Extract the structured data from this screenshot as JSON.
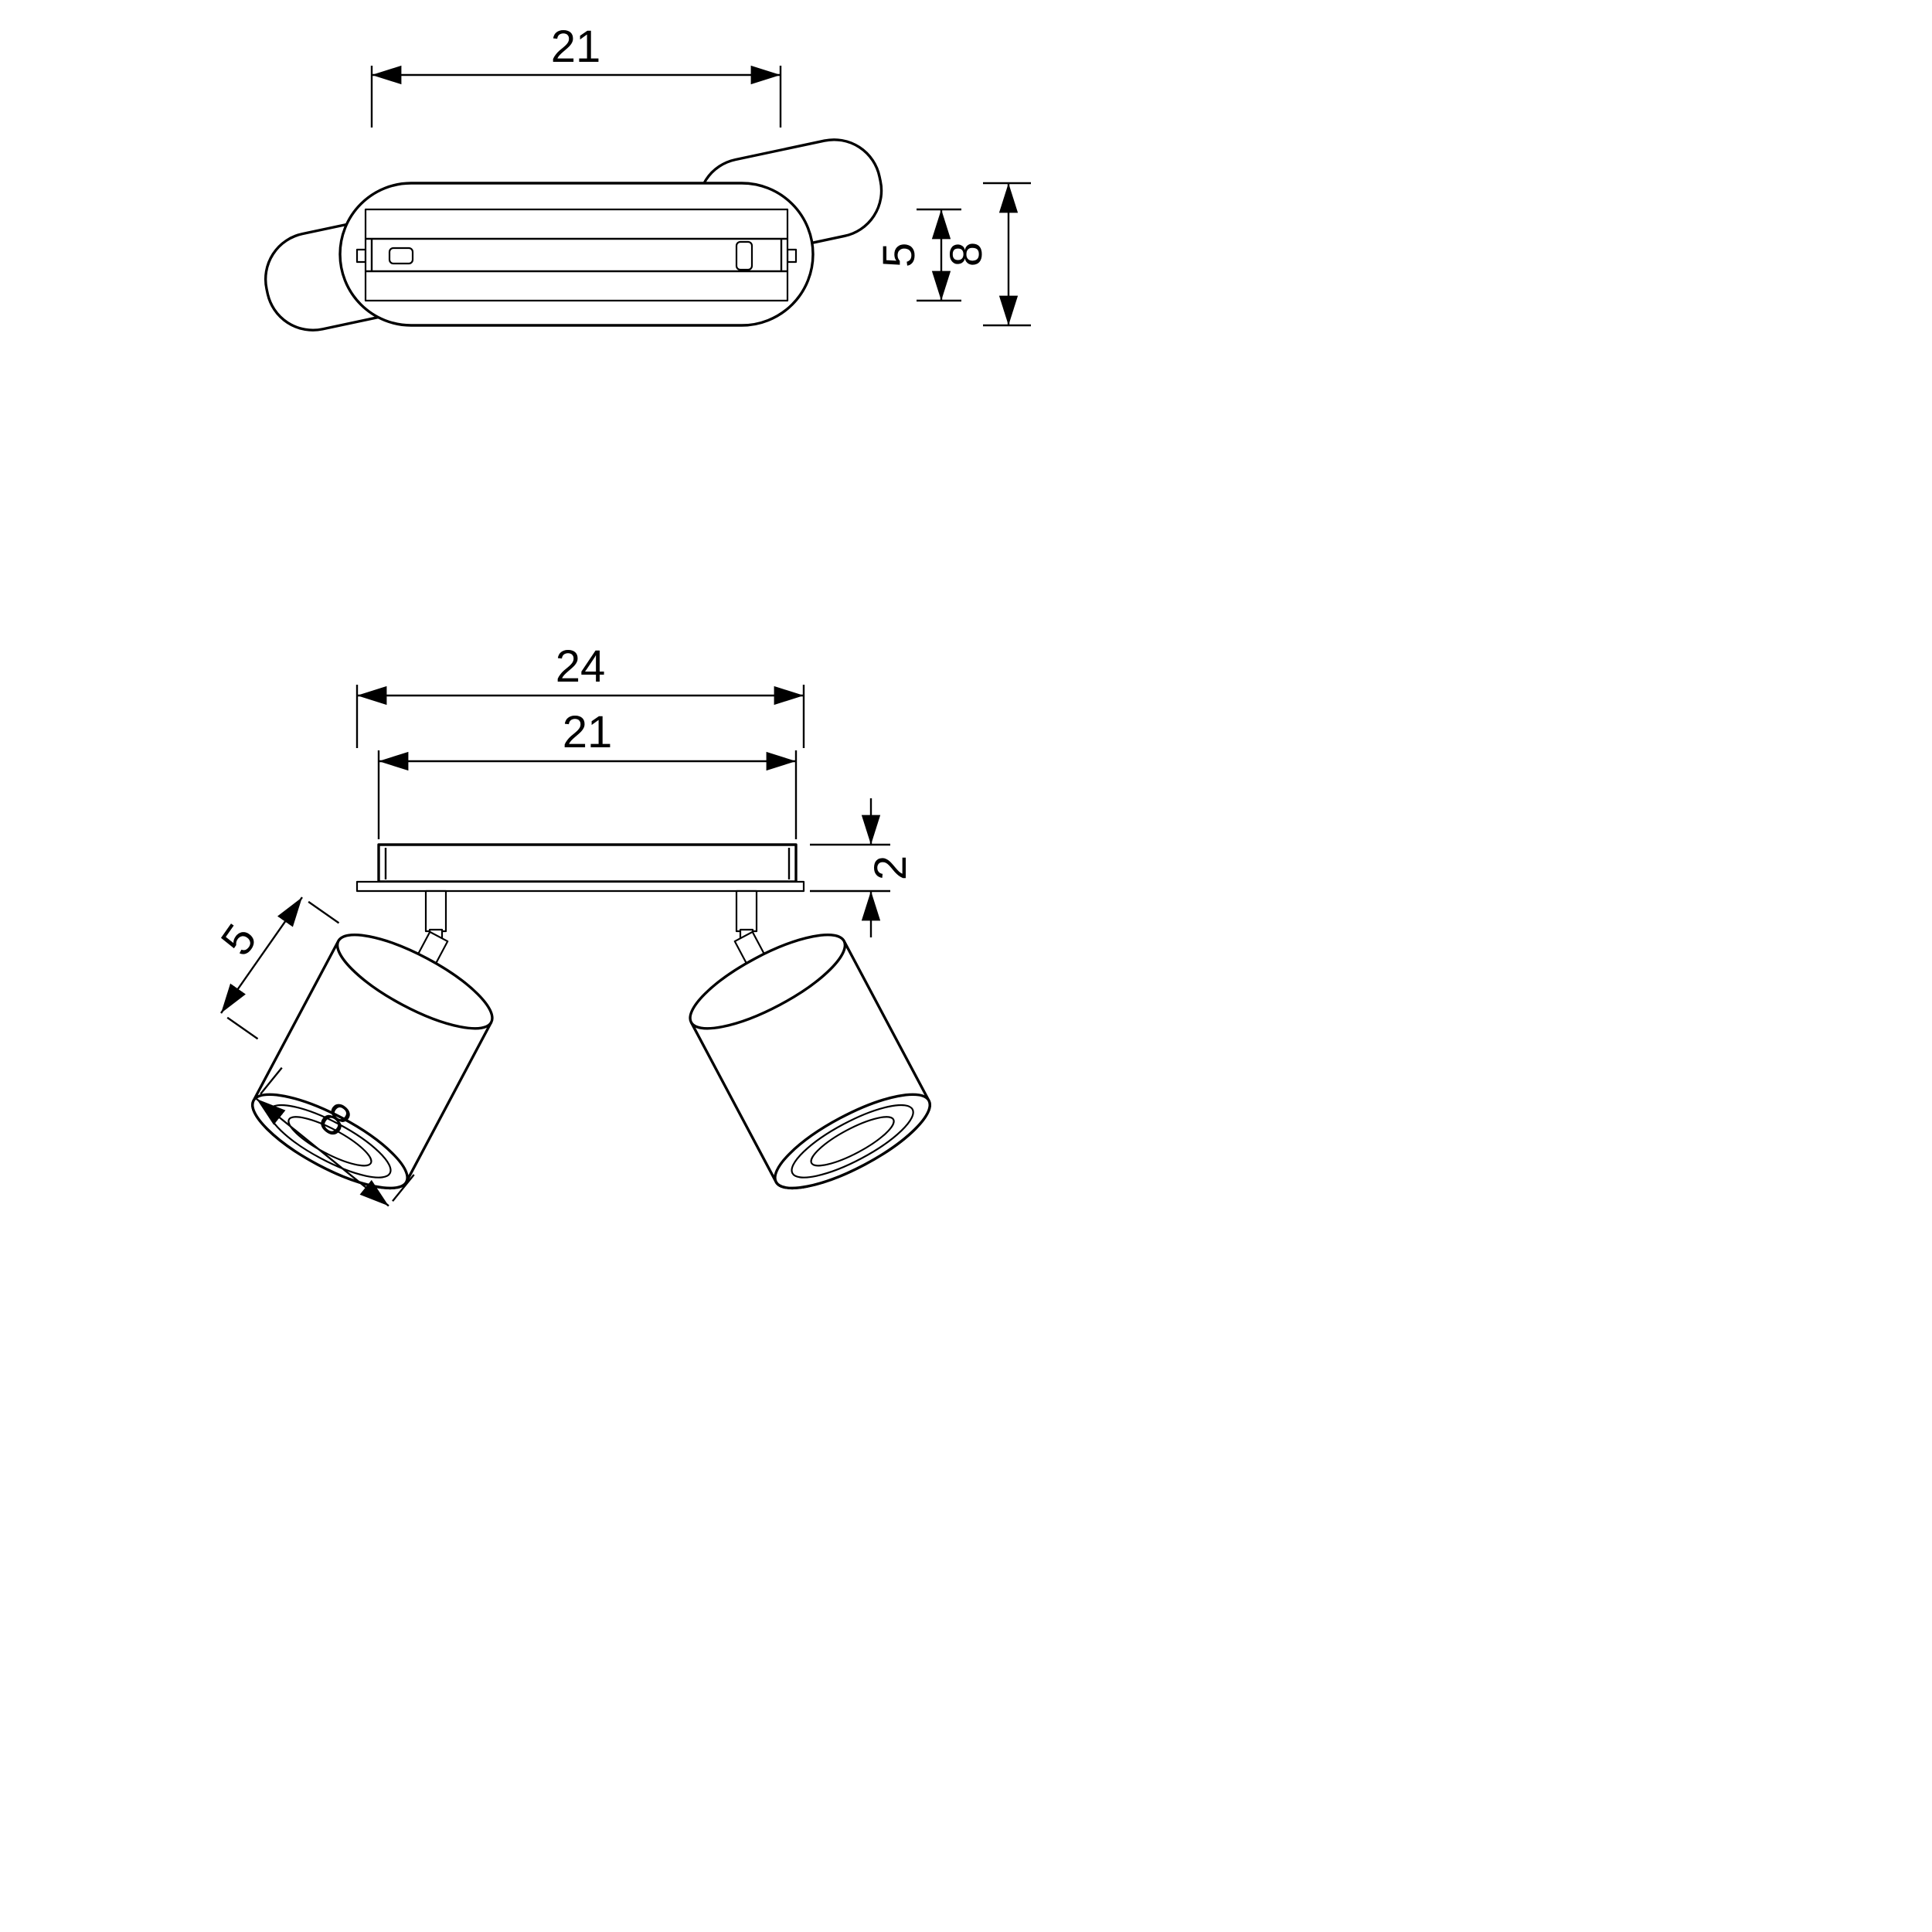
{
  "colors": {
    "line": "#000000",
    "background": "#ffffff"
  },
  "top_view": {
    "dim_width": "21",
    "dim_depth_inner": "5",
    "dim_depth_outer": "8"
  },
  "front_view": {
    "dim_width_overall": "24",
    "dim_width_plate": "21",
    "dim_plate_height": "2",
    "dim_head_height": "5",
    "dim_head_diameter": "8"
  }
}
